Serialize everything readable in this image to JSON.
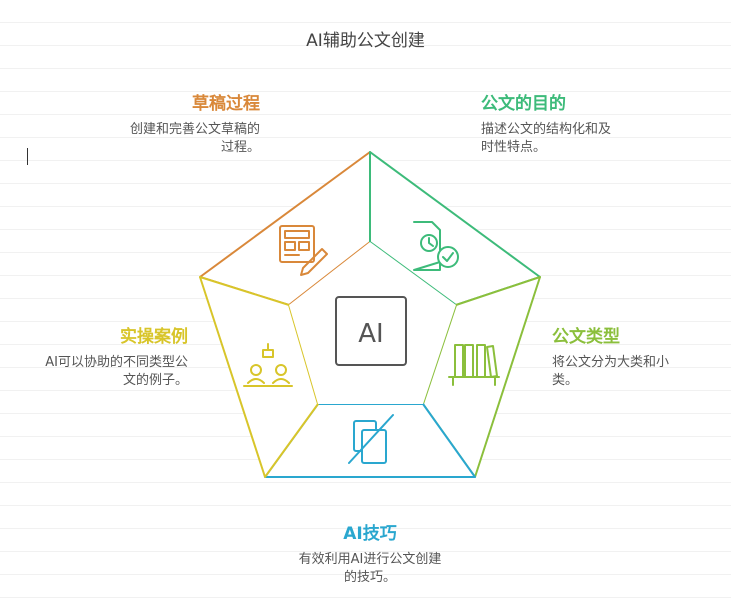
{
  "title": "AI辅助公文创建",
  "center_label": "AI",
  "segments": [
    {
      "title": "草稿过程",
      "desc_lines": [
        "创建和完善公文草稿的",
        "过程。"
      ],
      "icon": "draft-form-pencil-icon",
      "color": "#d9883a"
    },
    {
      "title": "公文的目的",
      "desc_lines": [
        "描述公文的结构化和及",
        "时性特点。"
      ],
      "icon": "document-clock-check-icon",
      "color": "#3dbb7a"
    },
    {
      "title": "公文类型",
      "desc_lines": [
        "将公文分为大类和小",
        "类。"
      ],
      "icon": "bookshelf-icon",
      "color": "#8bbf3c"
    },
    {
      "title": "AI技巧",
      "desc_lines": [
        "有效利用AI进行公文创建",
        "的技巧。"
      ],
      "icon": "slashed-documents-icon",
      "color": "#2aa7cf"
    },
    {
      "title": "实操案例",
      "desc_lines": [
        "AI可以协助的不同类型公",
        "文的例子。"
      ],
      "icon": "people-presentation-icon",
      "color": "#d8c52a"
    }
  ]
}
